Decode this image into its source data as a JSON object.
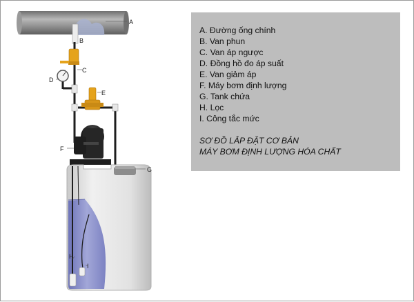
{
  "diagram_labels": {
    "a": "A",
    "b": "B",
    "c": "C",
    "d": "D",
    "e": "E",
    "f": "F",
    "g": "G",
    "h": "H",
    "i": "I"
  },
  "legend": {
    "items": [
      "A. Đường ống chính",
      "B. Van phun",
      "C. Van áp ngược",
      "D. Đồng hồ đo áp suất",
      "E. Van giảm áp",
      "F. Máy bơm định lượng",
      "G. Tank chứa",
      "H. Lọc",
      "I. Công tắc mức"
    ],
    "caption_line1": "SƠ ĐỒ LẮP ĐẶT CƠ BẢN",
    "caption_line2": "MÁY BƠM ĐỊNH LƯỢNG HÓA CHẤT"
  },
  "colors": {
    "pipe": "#8a8a8a",
    "tube": "#1e1e1e",
    "valve": "#e5a31c",
    "pump": "#2b2b2b",
    "tank": "#dedede",
    "liquid": "#8c93cc",
    "legend_bg": "#bdbdbd"
  }
}
